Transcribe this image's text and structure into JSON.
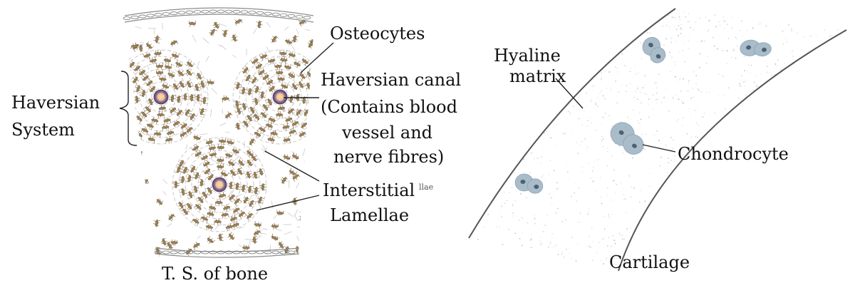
{
  "bone_panel": {
    "caption": "T. S. of bone",
    "labels": {
      "osteocytes": "Osteocytes",
      "haversian_system_line1": "Haversian",
      "haversian_system_line2": "System",
      "haversian_canal_line1": "Haversian canal",
      "haversian_canal_line2": "(Contains blood",
      "haversian_canal_line3": "vessel and",
      "haversian_canal_line4": "nerve fibres)",
      "interstitial_line1": "Interstitial",
      "interstitial_tag": "llae",
      "interstitial_line2": "Lamellae"
    }
  },
  "cartilage_panel": {
    "caption": "Cartilage",
    "labels": {
      "hyaline_line1": "Hyaline",
      "hyaline_line2": "matrix",
      "chondrocyte": "Chondrocyte"
    }
  },
  "colors": {
    "osteocyte": "#a3875a",
    "lamella": "#9c9c9c",
    "canal_outer": "#7a6088",
    "canal_inner": "#f0c890",
    "periosteum": "#8c8c8c",
    "chondrocyte_cell": "#a9bcca",
    "chondrocyte_nucleus": "#4f6170",
    "matrix_speckle": "#b8b8b8",
    "outline": "#555555"
  }
}
